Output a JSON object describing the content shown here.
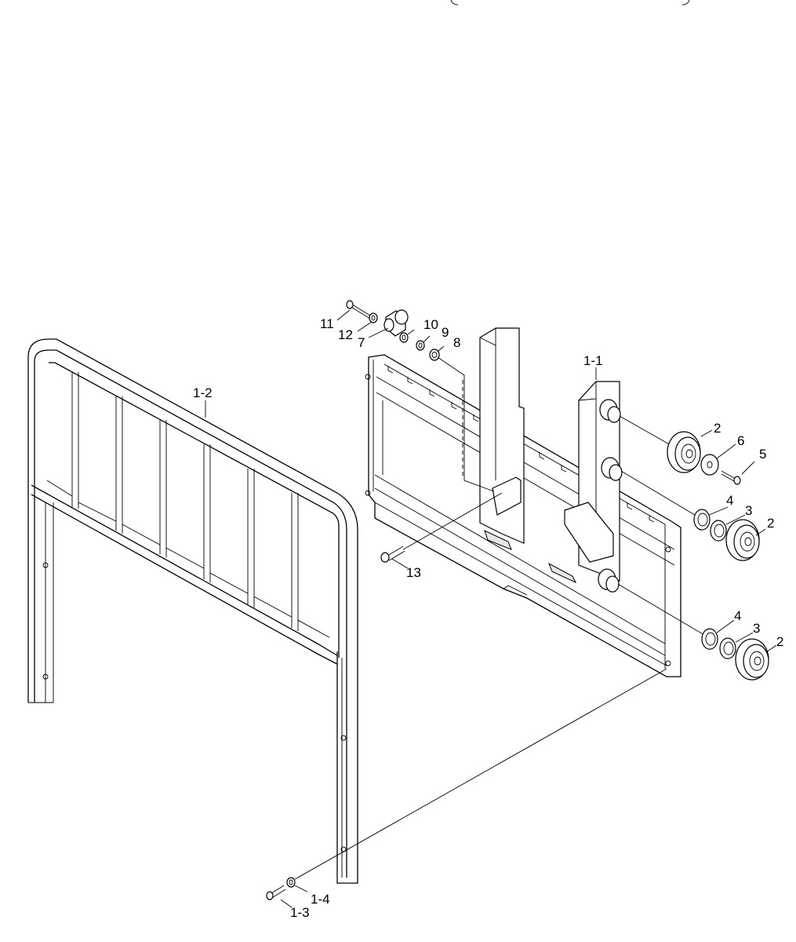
{
  "diagram": {
    "labels": {
      "l11": "11",
      "l12": "12",
      "l7": "7",
      "l10": "10",
      "l9": "9",
      "l8": "8",
      "l1_1": "1-1",
      "l1_2": "1-2",
      "l2a": "2",
      "l6": "6",
      "l5": "5",
      "l4a": "4",
      "l3a": "3",
      "l2b": "2",
      "l13": "13",
      "l4b": "4",
      "l3b": "3",
      "l2c": "2",
      "l1_3": "1-3",
      "l1_4": "1-4"
    }
  }
}
